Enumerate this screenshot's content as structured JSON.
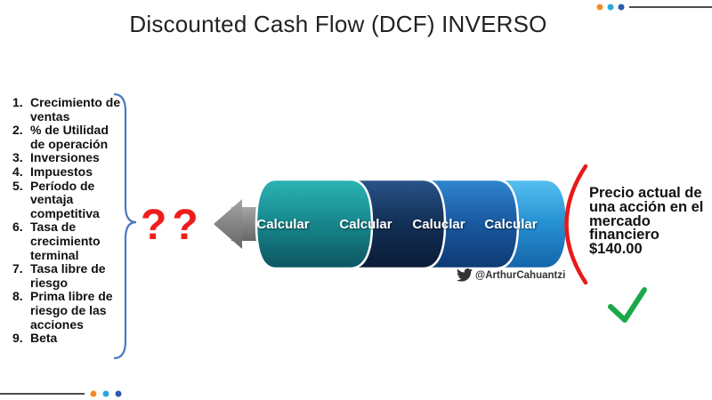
{
  "title": "Discounted Cash Flow (DCF) INVERSO",
  "inputs": [
    {
      "num": "1.",
      "label": "Crecimiento de ventas"
    },
    {
      "num": "2.",
      "label": "% de Utilidad de operación"
    },
    {
      "num": "3.",
      "label": "Inversiones"
    },
    {
      "num": "4.",
      "label": "Impuestos"
    },
    {
      "num": "5.",
      "label": "Período de ventaja competitiva"
    },
    {
      "num": "6.",
      "label": "Tasa de crecimiento terminal"
    },
    {
      "num": "7.",
      "label": "Tasa libre de riesgo"
    },
    {
      "num": "8.",
      "label": "Prima libre de riesgo de las acciones"
    },
    {
      "num": "9.",
      "label": "Beta"
    }
  ],
  "unknown_marks": "??",
  "steps": [
    {
      "label": "Calcular",
      "color": "#1a8a8f"
    },
    {
      "label": "Calcular",
      "color": "#13355f"
    },
    {
      "label": "Caluclar",
      "color": "#1a5ea8"
    },
    {
      "label": "Calcular",
      "color": "#2a98d8"
    }
  ],
  "price": {
    "text": "Precio actual de una acción en el mercado financiero",
    "value": "$140.00"
  },
  "handle": "@ArthurCahuantzi",
  "colors": {
    "arrow": "#8a8a8a",
    "brace": "#4a78c0",
    "red_arc": "#e81a1a",
    "check": "#1aa84a",
    "question": "#ee1c1c",
    "deco_line": "#111111",
    "deco_dots": [
      "#f28c28",
      "#2aa8d8",
      "#2a5ab0"
    ]
  },
  "icons": [
    "twitter-icon",
    "check-icon"
  ]
}
